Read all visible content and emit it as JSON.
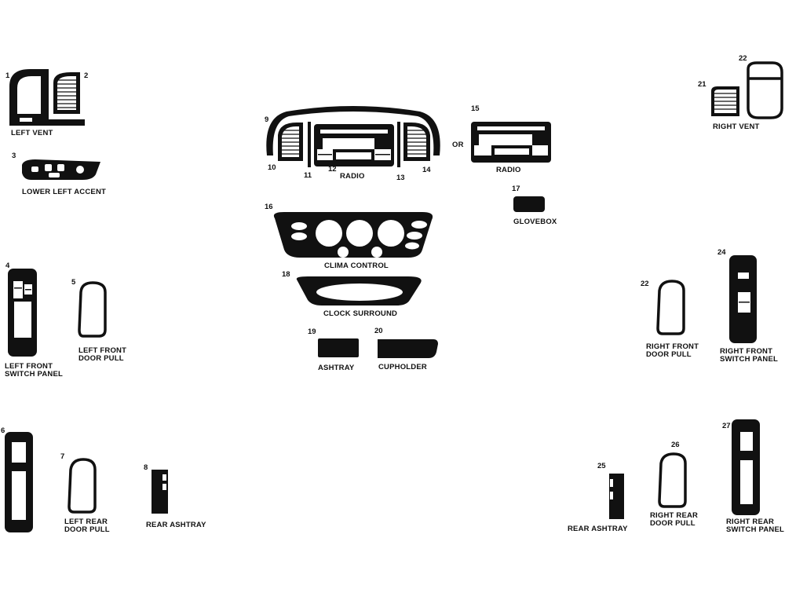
{
  "labels": {
    "left_vent": "LEFT VENT",
    "lower_left_accent": "LOWER LEFT ACCENT",
    "left_front_switch_panel": "LEFT FRONT\nSWITCH PANEL",
    "left_front_door_pull": "LEFT FRONT\nDOOR PULL",
    "left_rear_door_pull": "LEFT REAR\nDOOR PULL",
    "rear_ashtray_left": "REAR ASHTRAY",
    "radio_1": "RADIO",
    "or": "OR",
    "radio_2": "RADIO",
    "glovebox": "GLOVEBOX",
    "clima_control": "CLIMA CONTROL",
    "clock_surround": "CLOCK SURROUND",
    "ashtray": "ASHTRAY",
    "cupholder": "CUPHOLDER",
    "right_vent": "RIGHT VENT",
    "right_front_door_pull": "RIGHT FRONT\nDOOR PULL",
    "right_front_switch_panel": "RIGHT FRONT\nSWITCH PANEL",
    "rear_ashtray_right": "REAR ASHTRAY",
    "right_rear_door_pull": "RIGHT REAR\nDOOR PULL",
    "right_rear_switch_panel": "RIGHT REAR\nSWITCH PANEL"
  },
  "numbers": {
    "n1": "1",
    "n2": "2",
    "n3": "3",
    "n4": "4",
    "n5": "5",
    "n6": "6",
    "n7": "7",
    "n8": "8",
    "n9": "9",
    "n10": "10",
    "n11": "11",
    "n12": "12",
    "n13": "13",
    "n14": "14",
    "n15": "15",
    "n16": "16",
    "n17": "17",
    "n18": "18",
    "n19": "19",
    "n20": "20",
    "n21": "21",
    "n22a": "22",
    "n22b": "22",
    "n24": "24",
    "n25": "25",
    "n26": "26",
    "n27": "27"
  },
  "colors": {
    "piece": "#111111",
    "background": "#ffffff"
  }
}
